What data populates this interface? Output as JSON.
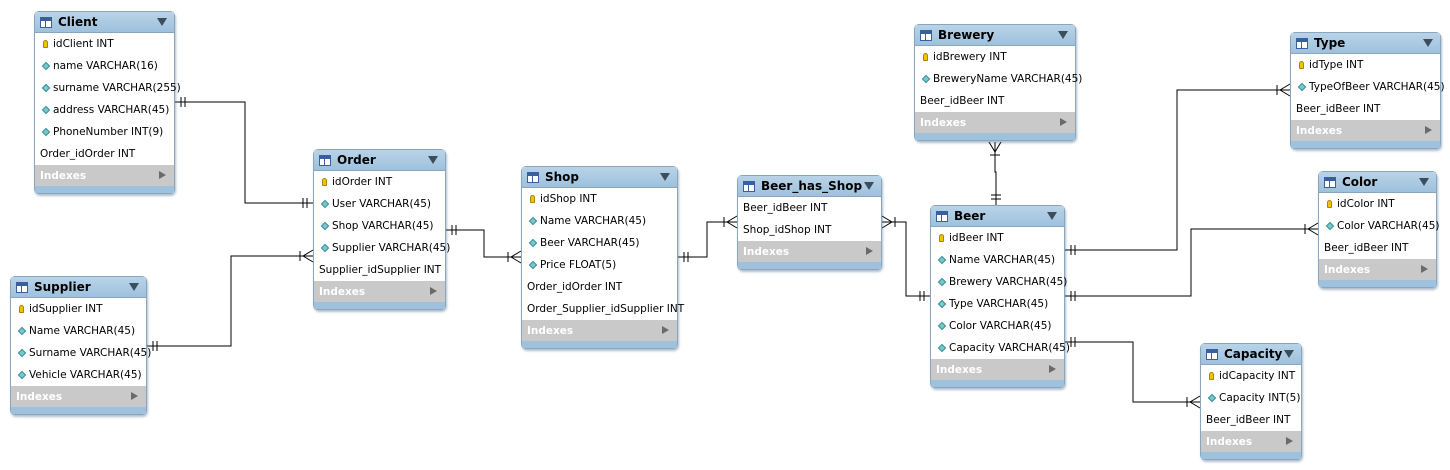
{
  "colors": {
    "header": "#9ec1dd",
    "indexes": "#c9c9c9",
    "line": "#000000"
  },
  "tables": {
    "client": {
      "name": "Client",
      "icon": "table-icon",
      "indexes": "Indexes",
      "columns": [
        {
          "text": "idClient INT",
          "icon": "key-icon"
        },
        {
          "text": "name VARCHAR(16)",
          "icon": "diamond-icon"
        },
        {
          "text": "surname VARCHAR(255)",
          "icon": "diamond-icon"
        },
        {
          "text": "address VARCHAR(45)",
          "icon": "diamond-icon"
        },
        {
          "text": "PhoneNumber INT(9)",
          "icon": "diamond-icon"
        },
        {
          "text": "Order_idOrder INT",
          "icon": "none"
        }
      ]
    },
    "supplier": {
      "name": "Supplier",
      "icon": "table-icon",
      "indexes": "Indexes",
      "columns": [
        {
          "text": "idSupplier INT",
          "icon": "key-icon"
        },
        {
          "text": "Name VARCHAR(45)",
          "icon": "diamond-icon"
        },
        {
          "text": "Surname VARCHAR(45)",
          "icon": "diamond-icon"
        },
        {
          "text": "Vehicle VARCHAR(45)",
          "icon": "diamond-icon"
        }
      ]
    },
    "order": {
      "name": "Order",
      "icon": "table-icon",
      "indexes": "Indexes",
      "columns": [
        {
          "text": "idOrder INT",
          "icon": "key-icon"
        },
        {
          "text": "User VARCHAR(45)",
          "icon": "diamond-icon"
        },
        {
          "text": "Shop VARCHAR(45)",
          "icon": "diamond-icon"
        },
        {
          "text": "Supplier VARCHAR(45)",
          "icon": "diamond-icon"
        },
        {
          "text": "Supplier_idSupplier INT",
          "icon": "none"
        }
      ]
    },
    "shop": {
      "name": "Shop",
      "icon": "table-icon",
      "indexes": "Indexes",
      "columns": [
        {
          "text": "idShop INT",
          "icon": "key-icon"
        },
        {
          "text": "Name VARCHAR(45)",
          "icon": "diamond-icon"
        },
        {
          "text": "Beer VARCHAR(45)",
          "icon": "diamond-icon"
        },
        {
          "text": "Price FLOAT(5)",
          "icon": "diamond-icon"
        },
        {
          "text": "Order_idOrder INT",
          "icon": "none"
        },
        {
          "text": "Order_Supplier_idSupplier INT",
          "icon": "none"
        }
      ]
    },
    "beer_has_shop": {
      "name": "Beer_has_Shop",
      "icon": "table-icon",
      "indexes": "Indexes",
      "columns": [
        {
          "text": "Beer_idBeer INT",
          "icon": "none"
        },
        {
          "text": "Shop_idShop INT",
          "icon": "none"
        }
      ]
    },
    "brewery": {
      "name": "Brewery",
      "icon": "table-icon",
      "indexes": "Indexes",
      "columns": [
        {
          "text": "idBrewery INT",
          "icon": "key-icon"
        },
        {
          "text": "BreweryName VARCHAR(45)",
          "icon": "diamond-icon"
        },
        {
          "text": "Beer_idBeer INT",
          "icon": "none"
        }
      ]
    },
    "beer": {
      "name": "Beer",
      "icon": "table-icon",
      "indexes": "Indexes",
      "columns": [
        {
          "text": "idBeer INT",
          "icon": "key-icon"
        },
        {
          "text": "Name VARCHAR(45)",
          "icon": "diamond-icon"
        },
        {
          "text": "Brewery VARCHAR(45)",
          "icon": "diamond-icon"
        },
        {
          "text": "Type VARCHAR(45)",
          "icon": "diamond-icon"
        },
        {
          "text": "Color VARCHAR(45)",
          "icon": "diamond-icon"
        },
        {
          "text": "Capacity VARCHAR(45)",
          "icon": "diamond-icon"
        }
      ]
    },
    "type": {
      "name": "Type",
      "icon": "table-icon",
      "indexes": "Indexes",
      "columns": [
        {
          "text": "idType INT",
          "icon": "key-icon"
        },
        {
          "text": "TypeOfBeer VARCHAR(45)",
          "icon": "diamond-icon"
        },
        {
          "text": "Beer_idBeer INT",
          "icon": "none"
        }
      ]
    },
    "color": {
      "name": "Color",
      "icon": "table-icon",
      "indexes": "Indexes",
      "columns": [
        {
          "text": "idColor INT",
          "icon": "key-icon"
        },
        {
          "text": "Color VARCHAR(45)",
          "icon": "diamond-icon"
        },
        {
          "text": "Beer_idBeer INT",
          "icon": "none"
        }
      ]
    },
    "capacity": {
      "name": "Capacity",
      "icon": "table-icon",
      "indexes": "Indexes",
      "columns": [
        {
          "text": "idCapacity INT",
          "icon": "key-icon"
        },
        {
          "text": "Capacity INT(5)",
          "icon": "diamond-icon"
        },
        {
          "text": "Beer_idBeer INT",
          "icon": "none"
        }
      ]
    }
  },
  "relationships": [
    {
      "from": "client",
      "to": "order",
      "type": "one-to-one"
    },
    {
      "from": "supplier",
      "to": "order",
      "type": "one-to-many"
    },
    {
      "from": "order",
      "to": "shop",
      "type": "one-to-many"
    },
    {
      "from": "shop",
      "to": "beer_has_shop",
      "type": "one-to-many"
    },
    {
      "from": "beer",
      "to": "beer_has_shop",
      "type": "one-to-many"
    },
    {
      "from": "beer",
      "to": "brewery",
      "type": "one-to-many"
    },
    {
      "from": "beer",
      "to": "type",
      "type": "one-to-many"
    },
    {
      "from": "beer",
      "to": "color",
      "type": "one-to-many"
    },
    {
      "from": "beer",
      "to": "capacity",
      "type": "one-to-many"
    }
  ]
}
